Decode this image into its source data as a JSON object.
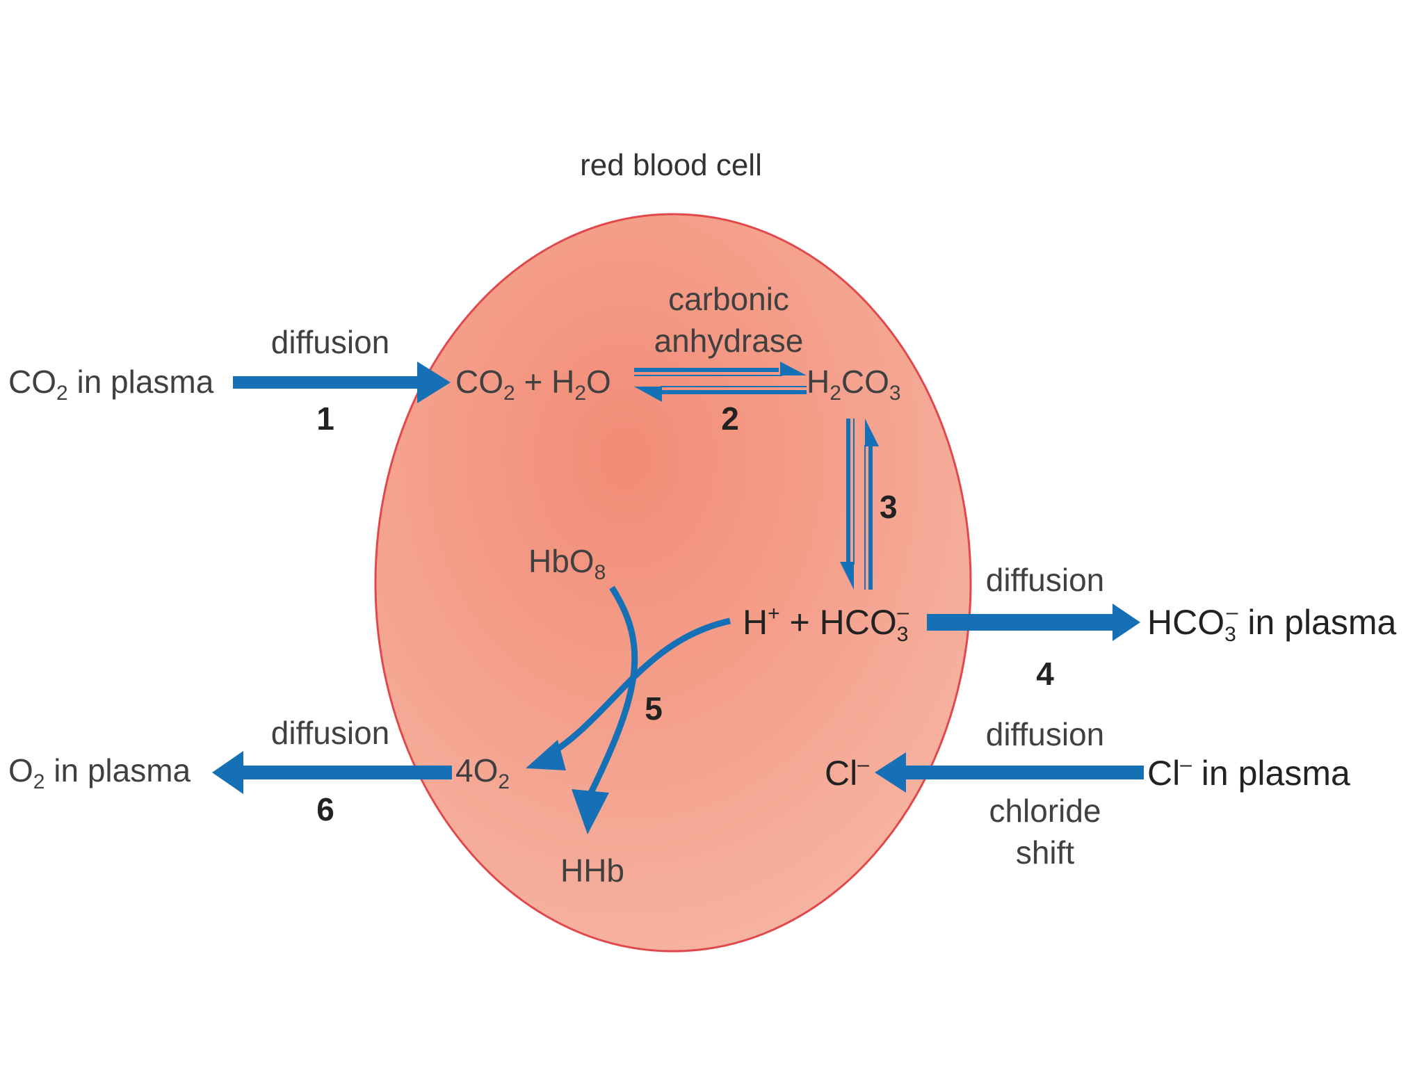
{
  "title": "red blood cell",
  "colors": {
    "arrow": "#1570b5",
    "cell_center": "#f28c76",
    "cell_edge": "#f6b4a2",
    "cell_border": "#e0484b",
    "text": "#404040"
  },
  "steps": {
    "step1": {
      "number": "1",
      "label": "diffusion",
      "source": {
        "main": "CO",
        "sub": "2",
        "rest": " in plasma"
      },
      "target": {
        "co2": "CO",
        "co2_sub": "2",
        "plus": " + H",
        "h2o_sub": "2",
        "h2o_end": "O"
      }
    },
    "step2": {
      "number": "2",
      "enzyme_line1": "carbonic",
      "enzyme_line2": "anhydrase",
      "product": {
        "h": "H",
        "h_sub": "2",
        "co": "CO",
        "co_sub": "3"
      }
    },
    "step3": {
      "number": "3"
    },
    "step4": {
      "number": "4",
      "label": "diffusion",
      "ions": {
        "h": "H",
        "h_sup": "+",
        "plus": " + HCO",
        "hco_sub": "3",
        "hco_sup": "–"
      },
      "target": {
        "main": "HCO",
        "sub": "3",
        "sup": "–",
        "rest": " in plasma"
      }
    },
    "step5": {
      "number": "5",
      "hbo": {
        "main": "HbO",
        "sub": "8"
      },
      "hhb": "HHb",
      "o2": {
        "main": "4O",
        "sub": "2"
      }
    },
    "step6": {
      "number": "6",
      "label": "diffusion",
      "target": {
        "main": "O",
        "sub": "2",
        "rest": " in plasma"
      }
    },
    "chloride": {
      "label": "diffusion",
      "shift_line1": "chloride",
      "shift_line2": "shift",
      "inside": {
        "main": "Cl",
        "sup": "–"
      },
      "outside": {
        "main": "Cl",
        "sup": "–",
        "rest": " in plasma"
      }
    }
  }
}
